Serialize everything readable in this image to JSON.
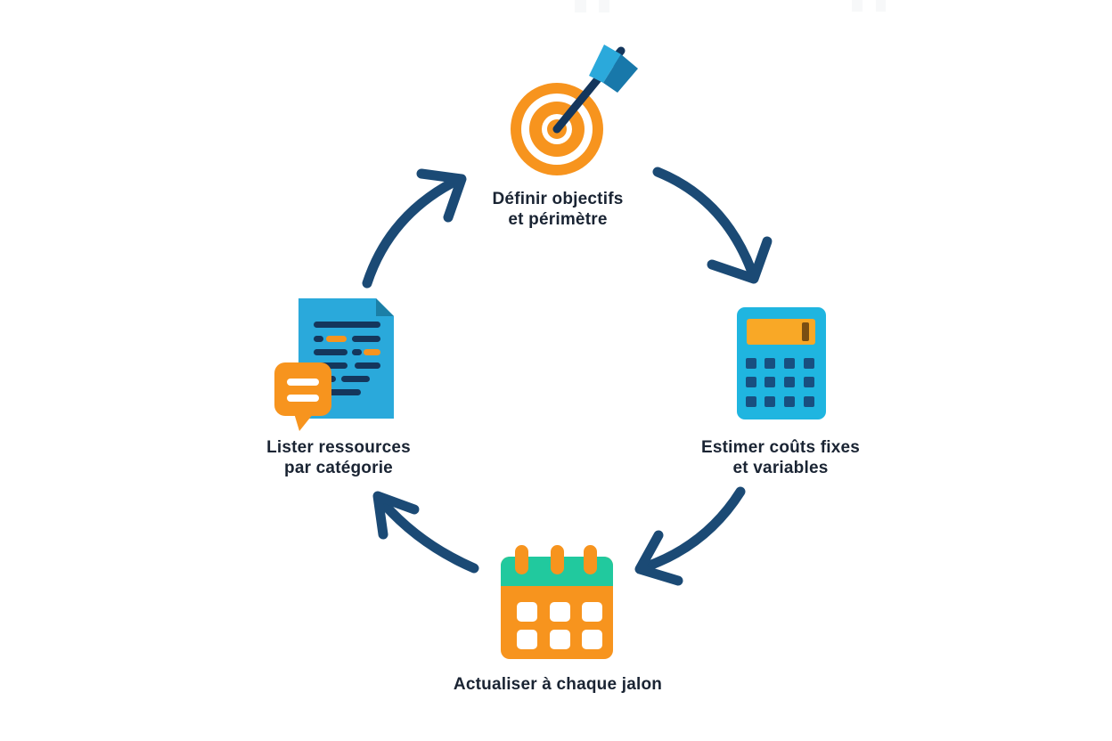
{
  "diagram": {
    "type": "cycle",
    "language": "fr",
    "steps": [
      {
        "name": "define-objectives",
        "icon": "target-dart-icon",
        "lines": [
          "Définir objectifs",
          "et périmètre"
        ]
      },
      {
        "name": "estimate-costs",
        "icon": "calculator-icon",
        "lines": [
          "Estimer coûts fixes",
          "et variables"
        ]
      },
      {
        "name": "update-milestones",
        "icon": "calendar-icon",
        "lines": [
          "Actualiser à chaque jalon"
        ]
      },
      {
        "name": "list-resources",
        "icon": "document-chat-icon",
        "lines": [
          "Lister ressources",
          "par catégorie"
        ]
      }
    ],
    "arrow_direction": "clockwise"
  },
  "colors": {
    "background": "#FFFFFF",
    "orange": "#F7941E",
    "display-orange": "#F9A826",
    "display-cursor": "#7A4E12",
    "calculator-cyan": "#1FB5E0",
    "document-blue": "#2AA9DB",
    "fold-teal": "#1B7FA6",
    "navy": "#184F80",
    "line-navy": "#14365C",
    "green": "#21C99E",
    "arrow-navy": "#1B4A75",
    "feather-light": "#2BA9DB",
    "feather-dark": "#1878AA",
    "text-dark": "#1A2433"
  }
}
